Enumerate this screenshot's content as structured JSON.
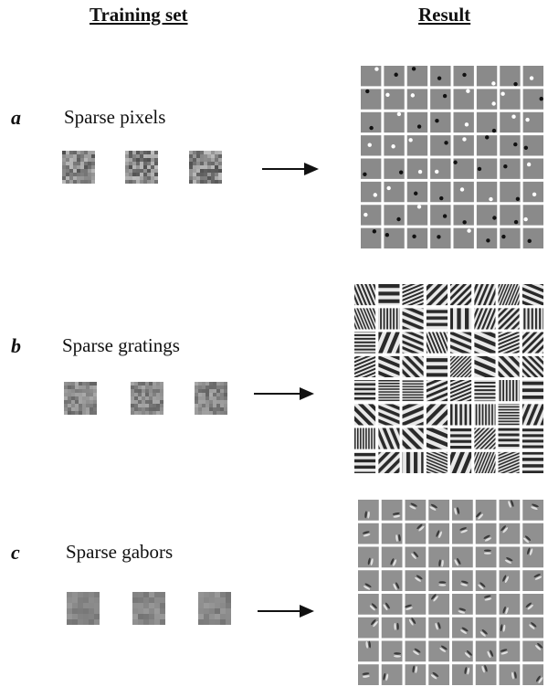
{
  "headers": {
    "training_set": "Training set",
    "result": "Result"
  },
  "panels": [
    {
      "letter": "a",
      "label": "Sparse pixels",
      "type": "pixels"
    },
    {
      "letter": "b",
      "label": "Sparse gratings",
      "type": "gratings"
    },
    {
      "letter": "c",
      "label": "Sparse gabors",
      "type": "gabors"
    }
  ],
  "grid": {
    "rows": 8,
    "cols": 8
  }
}
